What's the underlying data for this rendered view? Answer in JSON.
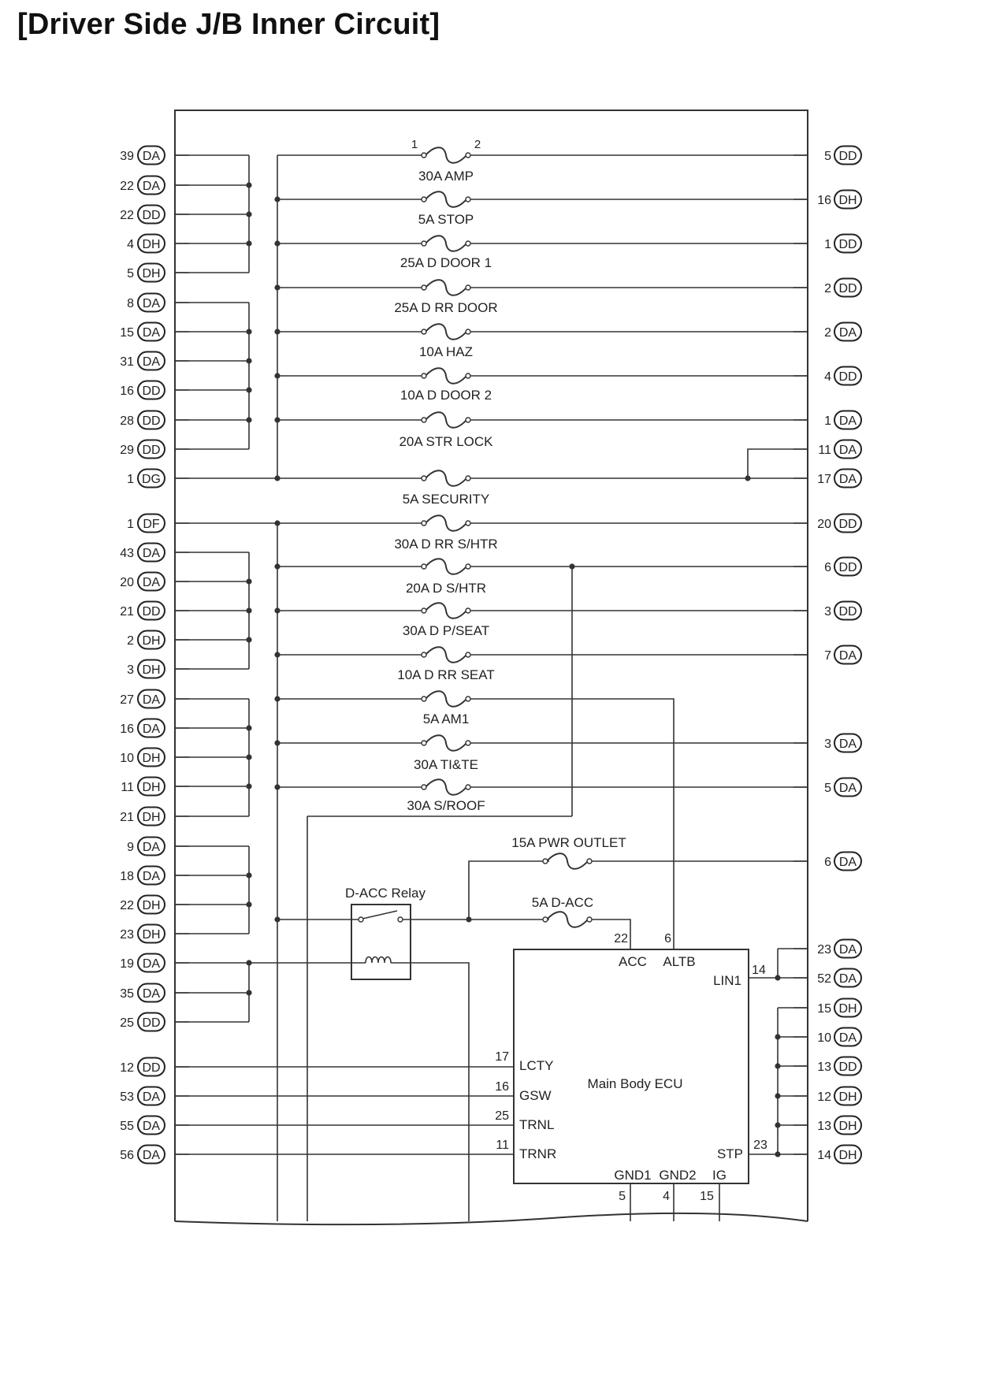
{
  "title": "[Driver Side J/B Inner Circuit]",
  "left_connectors": [
    {
      "pin": "39",
      "conn": "DA"
    },
    {
      "pin": "22",
      "conn": "DA"
    },
    {
      "pin": "22",
      "conn": "DD"
    },
    {
      "pin": "4",
      "conn": "DH"
    },
    {
      "pin": "5",
      "conn": "DH"
    },
    {
      "pin": "8",
      "conn": "DA"
    },
    {
      "pin": "15",
      "conn": "DA"
    },
    {
      "pin": "31",
      "conn": "DA"
    },
    {
      "pin": "16",
      "conn": "DD"
    },
    {
      "pin": "28",
      "conn": "DD"
    },
    {
      "pin": "29",
      "conn": "DD"
    },
    {
      "pin": "1",
      "conn": "DG"
    },
    {
      "pin": "1",
      "conn": "DF"
    },
    {
      "pin": "43",
      "conn": "DA"
    },
    {
      "pin": "20",
      "conn": "DA"
    },
    {
      "pin": "21",
      "conn": "DD"
    },
    {
      "pin": "2",
      "conn": "DH"
    },
    {
      "pin": "3",
      "conn": "DH"
    },
    {
      "pin": "27",
      "conn": "DA"
    },
    {
      "pin": "16",
      "conn": "DA"
    },
    {
      "pin": "10",
      "conn": "DH"
    },
    {
      "pin": "11",
      "conn": "DH"
    },
    {
      "pin": "21",
      "conn": "DH"
    },
    {
      "pin": "9",
      "conn": "DA"
    },
    {
      "pin": "18",
      "conn": "DA"
    },
    {
      "pin": "22",
      "conn": "DH"
    },
    {
      "pin": "23",
      "conn": "DH"
    },
    {
      "pin": "19",
      "conn": "DA"
    },
    {
      "pin": "35",
      "conn": "DA"
    },
    {
      "pin": "25",
      "conn": "DD"
    },
    {
      "pin": "12",
      "conn": "DD"
    },
    {
      "pin": "53",
      "conn": "DA"
    },
    {
      "pin": "55",
      "conn": "DA"
    },
    {
      "pin": "56",
      "conn": "DA"
    }
  ],
  "right_connectors": [
    {
      "pin": "5",
      "conn": "DD"
    },
    {
      "pin": "16",
      "conn": "DH"
    },
    {
      "pin": "1",
      "conn": "DD"
    },
    {
      "pin": "2",
      "conn": "DD"
    },
    {
      "pin": "2",
      "conn": "DA"
    },
    {
      "pin": "4",
      "conn": "DD"
    },
    {
      "pin": "1",
      "conn": "DA"
    },
    {
      "pin": "11",
      "conn": "DA"
    },
    {
      "pin": "17",
      "conn": "DA"
    },
    {
      "pin": "20",
      "conn": "DD"
    },
    {
      "pin": "6",
      "conn": "DD"
    },
    {
      "pin": "3",
      "conn": "DD"
    },
    {
      "pin": "7",
      "conn": "DA"
    },
    {
      "pin": "3",
      "conn": "DA"
    },
    {
      "pin": "5",
      "conn": "DA"
    },
    {
      "pin": "6",
      "conn": "DA"
    },
    {
      "pin": "23",
      "conn": "DA"
    },
    {
      "pin": "52",
      "conn": "DA"
    },
    {
      "pin": "15",
      "conn": "DH"
    },
    {
      "pin": "10",
      "conn": "DA"
    },
    {
      "pin": "13",
      "conn": "DD"
    },
    {
      "pin": "12",
      "conn": "DH"
    },
    {
      "pin": "13",
      "conn": "DH"
    },
    {
      "pin": "14",
      "conn": "DH"
    }
  ],
  "fuses": [
    {
      "label": "30A AMP"
    },
    {
      "label": "5A STOP"
    },
    {
      "label": "25A D DOOR 1"
    },
    {
      "label": "25A D RR DOOR"
    },
    {
      "label": "10A HAZ"
    },
    {
      "label": "10A D DOOR 2"
    },
    {
      "label": "20A STR LOCK"
    },
    {
      "label": "5A SECURITY"
    },
    {
      "label": "30A D RR S/HTR"
    },
    {
      "label": "20A D S/HTR"
    },
    {
      "label": "30A D P/SEAT"
    },
    {
      "label": "10A D RR SEAT"
    },
    {
      "label": "5A AM1"
    },
    {
      "label": "30A TI&TE"
    },
    {
      "label": "30A S/ROOF"
    },
    {
      "label": "15A PWR OUTLET"
    },
    {
      "label": "5A D-ACC"
    }
  ],
  "amp_fuse_pins": [
    "1",
    "2"
  ],
  "relay": {
    "label": "D-ACC Relay"
  },
  "ecu": {
    "label": "Main Body ECU",
    "pins": [
      {
        "name": "ACC",
        "num": "22"
      },
      {
        "name": "ALTB",
        "num": "6"
      },
      {
        "name": "LIN1",
        "num": "14"
      },
      {
        "name": "LCTY",
        "num": "17"
      },
      {
        "name": "GSW",
        "num": "16"
      },
      {
        "name": "TRNL",
        "num": "25"
      },
      {
        "name": "TRNR",
        "num": "11"
      },
      {
        "name": "STP",
        "num": "23"
      },
      {
        "name": "GND1",
        "num": "5"
      },
      {
        "name": "GND2",
        "num": "4"
      },
      {
        "name": "IG",
        "num": "15"
      }
    ]
  }
}
